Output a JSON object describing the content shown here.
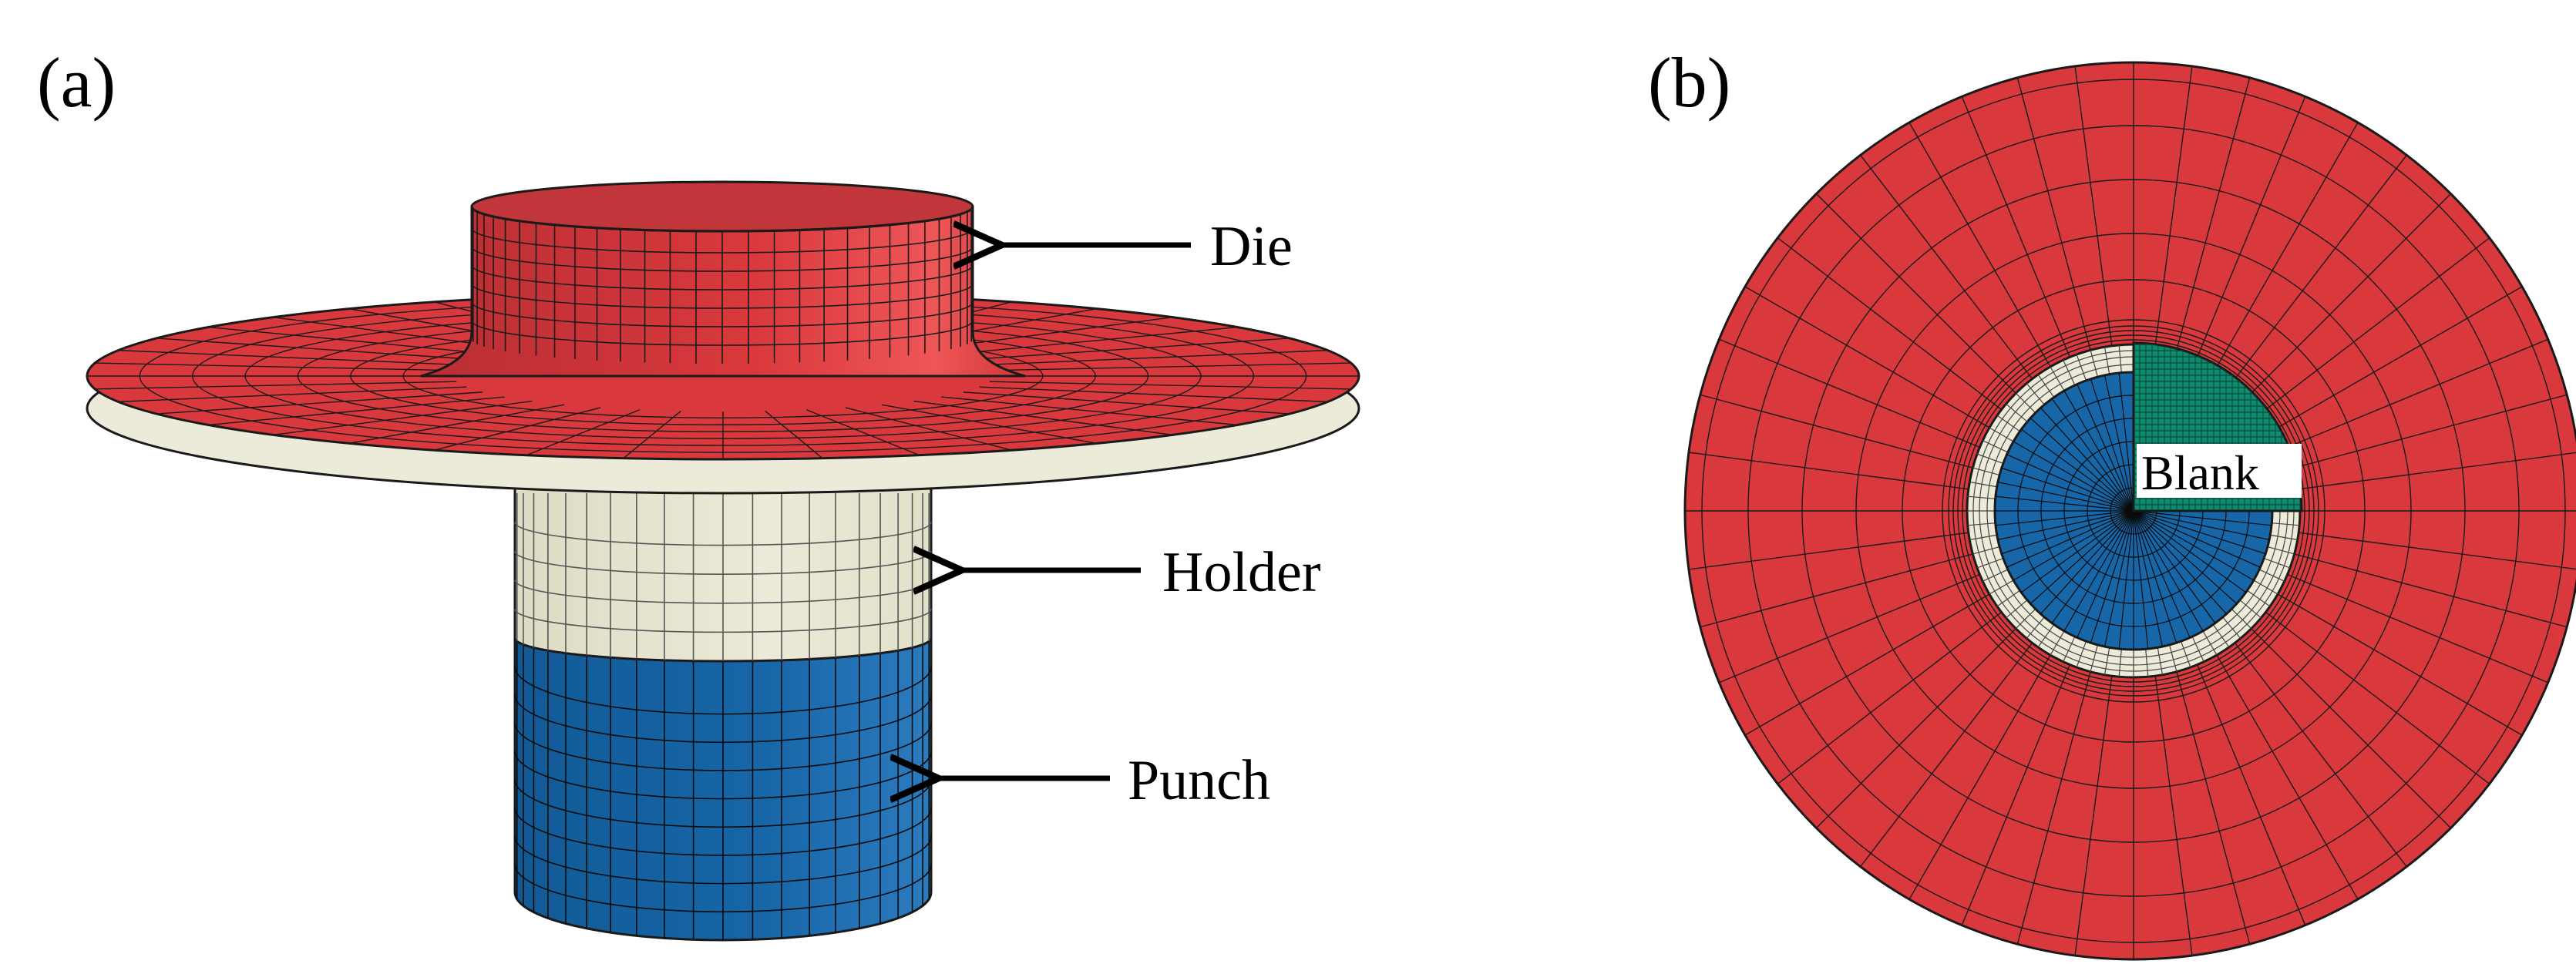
{
  "panels": [
    {
      "label": "(a)"
    },
    {
      "label": "(b)"
    }
  ],
  "parts": {
    "die": "Die",
    "holder": "Holder",
    "punch": "Punch",
    "blank": "Blank"
  },
  "colors": {
    "die": "#D9393D",
    "die_dark": "#B92E33",
    "die_light": "#EE5658",
    "holder": "#ECEAD8",
    "holder_edge": "#D6D2BA",
    "punch": "#1766A8",
    "punch_light": "#3A86C6",
    "blank": "#0E8A6E",
    "mesh": "#1a1a1a"
  }
}
